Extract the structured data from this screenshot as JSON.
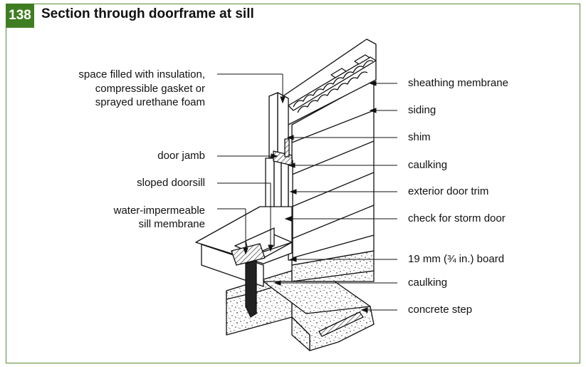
{
  "figure": {
    "number": "138",
    "title": "Section through doorframe at sill"
  },
  "labels": {
    "insulation_line1": "space filled with insulation,",
    "insulation_line2": "compressible gasket or",
    "insulation_line3": "sprayed urethane foam",
    "door_jamb": "door jamb",
    "sloped_doorsill": "sloped doorsill",
    "membrane_line1": "water-impermeable",
    "membrane_line2": "sill membrane",
    "sheathing_membrane": "sheathing membrane",
    "siding": "siding",
    "shim": "shim",
    "caulking_upper": "caulking",
    "exterior_door_trim": "exterior door trim",
    "check_storm_door": "check for storm door",
    "board": "19 mm (¾ in.) board",
    "caulking_lower": "caulking",
    "concrete_step": "concrete step"
  },
  "colors": {
    "badge": "#3f7d22",
    "frame": "#5a8c2e"
  }
}
